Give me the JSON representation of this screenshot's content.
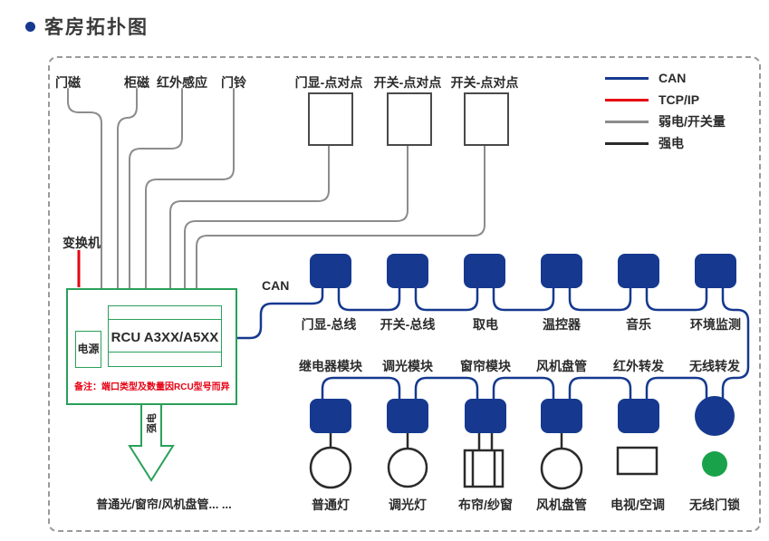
{
  "title": {
    "text": "客房拓扑图"
  },
  "legend": {
    "items": [
      {
        "label": "CAN",
        "color": "#16398f"
      },
      {
        "label": "TCP/IP",
        "color": "#e60012"
      },
      {
        "label": "弱电/开关量",
        "color": "#8c8c8c"
      },
      {
        "label": "强电",
        "color": "#2b2b2b"
      }
    ]
  },
  "sensors": {
    "items": [
      {
        "label": "门磁"
      },
      {
        "label": "柜磁"
      },
      {
        "label": "红外感应"
      },
      {
        "label": "门铃"
      }
    ]
  },
  "p2p": {
    "items": [
      {
        "label": "门显-点对点"
      },
      {
        "label": "开关-点对点"
      },
      {
        "label": "开关-点对点"
      }
    ]
  },
  "rcu": {
    "model": "RCU A3XX/A5XX",
    "power_label": "电源",
    "converter_label": "变换机",
    "note": "备注：端口类型及数量因RCU型号而异",
    "can_label": "CAN"
  },
  "bus_row1": {
    "items": [
      {
        "label": "门显-总线"
      },
      {
        "label": "开关-总线"
      },
      {
        "label": "取电"
      },
      {
        "label": "温控器"
      },
      {
        "label": "音乐"
      },
      {
        "label": "环境监测"
      }
    ]
  },
  "bus_row2": {
    "items": [
      {
        "label": "继电器模块"
      },
      {
        "label": "调光模块"
      },
      {
        "label": "窗帘模块"
      },
      {
        "label": "风机盘管"
      },
      {
        "label": "红外转发"
      },
      {
        "label": "无线转发"
      }
    ]
  },
  "devices": {
    "items": [
      {
        "label": "普通灯"
      },
      {
        "label": "调光灯"
      },
      {
        "label": "布帘/纱窗"
      },
      {
        "label": "风机盘管"
      },
      {
        "label": "电视/空调"
      },
      {
        "label": "无线门锁"
      }
    ]
  },
  "arrow": {
    "label": "强电",
    "caption": "普通光/窗帘/风机盘管... ..."
  },
  "colors": {
    "can_blue": "#16398f",
    "tcpip_red": "#e60012",
    "weak_gray": "#8c8c8c",
    "strong_black": "#2b2b2b",
    "rcu_green": "#2aa05a",
    "lock_green": "#1aa24b"
  }
}
